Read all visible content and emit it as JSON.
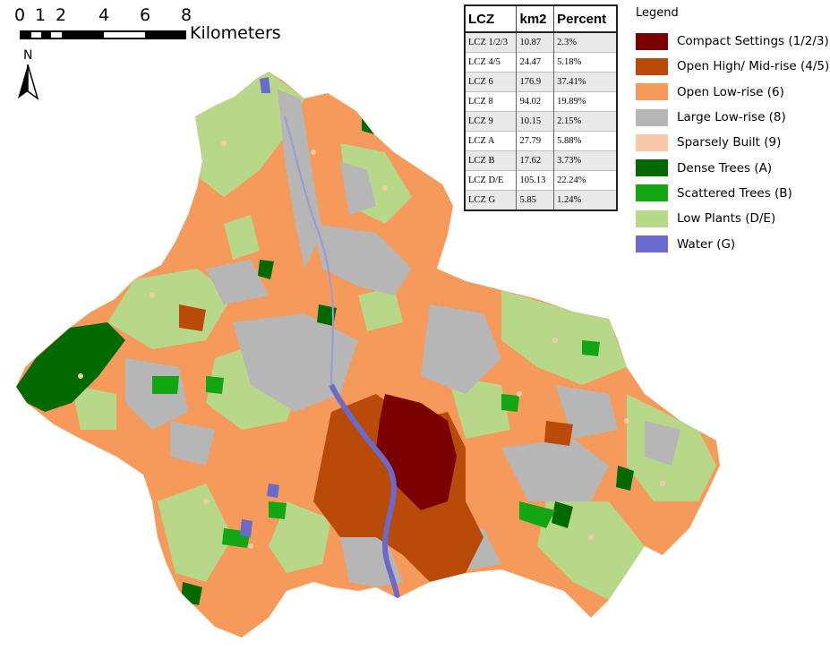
{
  "scale_bar": {
    "ticks": [
      "0",
      "1",
      "2",
      "4",
      "6",
      "8"
    ],
    "unit": "Kilometers"
  },
  "north_arrow": {
    "label": "N"
  },
  "table": {
    "headers": [
      "LCZ",
      "km2",
      "Percent"
    ],
    "rows": [
      [
        "LCZ 1/2/3",
        "10.87",
        "2.3%"
      ],
      [
        "LCZ 4/5",
        "24.47",
        "5.18%"
      ],
      [
        "LCZ 6",
        "176.9",
        "37.41%"
      ],
      [
        "LCZ 8",
        "94.02",
        "19.89%"
      ],
      [
        "LCZ 9",
        "10.15",
        "2.15%"
      ],
      [
        "LCZ A",
        "27.79",
        "5.88%"
      ],
      [
        "LCZ B",
        "17.62",
        "3.73%"
      ],
      [
        "LCZ D/E",
        "105.13",
        "22.24%"
      ],
      [
        "LCZ G",
        "5.85",
        "1.24%"
      ]
    ]
  },
  "legend": {
    "title": "Legend",
    "items": [
      {
        "label": "Compact Settings (1/2/3)",
        "color": "#7b0000"
      },
      {
        "label": "Open High/ Mid-rise (4/5)",
        "color": "#b94a0a"
      },
      {
        "label": "Open Low-rise (6)",
        "color": "#f59a5b"
      },
      {
        "label": "Large Low-rise (8)",
        "color": "#b6b6b6"
      },
      {
        "label": "Sparsely Built  (9)",
        "color": "#f8c8a8"
      },
      {
        "label": "Dense Trees (A)",
        "color": "#006a00"
      },
      {
        "label": "Scattered Trees (B)",
        "color": "#12a612"
      },
      {
        "label": "Low Plants (D/E)",
        "color": "#b8d889"
      },
      {
        "label": "Water (G)",
        "color": "#6a6acc"
      }
    ]
  }
}
